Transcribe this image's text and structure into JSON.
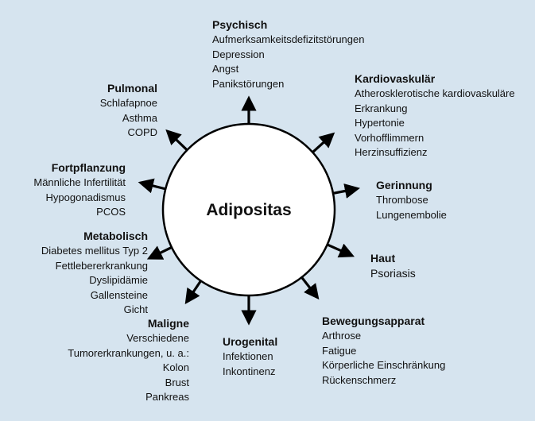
{
  "colors": {
    "background": "#d6e4ef",
    "circle_fill": "#ffffff",
    "stroke": "#000000"
  },
  "center": {
    "label": "Adipositas"
  },
  "groups": {
    "psychisch": {
      "title": "Psychisch",
      "items": [
        "Aufmerksamkeitsdefizitstörungen",
        "Depression",
        "Angst",
        "Panikstörungen"
      ]
    },
    "kardiovaskulaer": {
      "title": "Kardiovaskulär",
      "items": [
        "Atherosklerotische kardiovaskuläre",
        "Erkrankung",
        "Hypertonie",
        "Vorhofflimmern",
        "Herzinsuffizienz"
      ]
    },
    "gerinnung": {
      "title": "Gerinnung",
      "items": [
        "Thrombose",
        "Lungenembolie"
      ]
    },
    "haut": {
      "title": "Haut",
      "items": [
        "Psoriasis"
      ]
    },
    "bewegungsapparat": {
      "title": "Bewegungsapparat",
      "items": [
        "Arthrose",
        "Fatigue",
        "Körperliche Einschränkung",
        "Rückenschmerz"
      ]
    },
    "urogenital": {
      "title": "Urogenital",
      "items": [
        "Infektionen",
        "Inkontinenz"
      ]
    },
    "maligne": {
      "title": "Maligne",
      "items": [
        "Verschiedene",
        "Tumorerkrankungen, u. a.:",
        "Kolon",
        "Brust",
        "Pankreas"
      ]
    },
    "metabolisch": {
      "title": "Metabolisch",
      "items": [
        "Diabetes mellitus Typ 2",
        "Fettlebererkrankung",
        "Dyslipidämie",
        "Gallensteine",
        "Gicht"
      ]
    },
    "fortpflanzung": {
      "title": "Fortpflanzung",
      "items": [
        "Männliche Infertilität",
        "Hypogonadismus",
        "PCOS"
      ]
    },
    "pulmonal": {
      "title": "Pulmonal",
      "items": [
        "Schlafapnoe",
        "Asthma",
        "COPD"
      ]
    }
  }
}
